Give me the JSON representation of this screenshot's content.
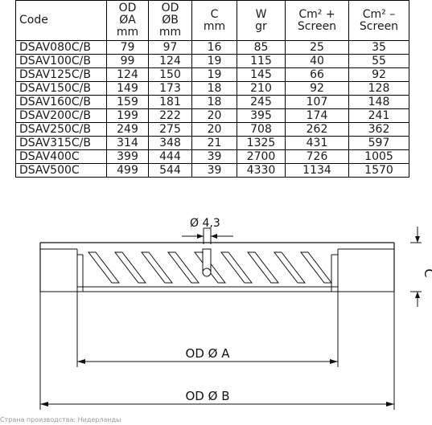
{
  "table": {
    "headers": [
      [
        "Code"
      ],
      [
        "OD",
        "ØA",
        "mm"
      ],
      [
        "OD",
        "ØB",
        "mm"
      ],
      [
        "C",
        "mm"
      ],
      [
        "W",
        "gr"
      ],
      [
        "Cm² +",
        "Screen"
      ],
      [
        "Cm² –",
        "Screen"
      ]
    ],
    "rows": [
      [
        "DSAV080C/B",
        "79",
        "97",
        "16",
        "85",
        "25",
        "35"
      ],
      [
        "DSAV100C/B",
        "99",
        "124",
        "19",
        "115",
        "40",
        "55"
      ],
      [
        "DSAV125C/B",
        "124",
        "150",
        "19",
        "145",
        "66",
        "92"
      ],
      [
        "DSAV150C/B",
        "149",
        "173",
        "18",
        "210",
        "92",
        "128"
      ],
      [
        "DSAV160C/B",
        "159",
        "181",
        "18",
        "245",
        "107",
        "148"
      ],
      [
        "DSAV200C/B",
        "199",
        "222",
        "20",
        "395",
        "174",
        "241"
      ],
      [
        "DSAV250C/B",
        "249",
        "275",
        "20",
        "708",
        "262",
        "362"
      ],
      [
        "DSAV315C/B",
        "314",
        "348",
        "21",
        "1325",
        "431",
        "597"
      ],
      [
        "DSAV400C",
        "399",
        "444",
        "39",
        "2700",
        "726",
        "1005"
      ],
      [
        "DSAV500C",
        "499",
        "544",
        "39",
        "4330",
        "1134",
        "1570"
      ]
    ]
  },
  "drawing": {
    "hole_label": "Ø 4,3",
    "c_label": "C",
    "oda_label": "OD Ø A",
    "odb_label": "OD Ø B"
  },
  "footer": "Страна производства: Нидерланды"
}
